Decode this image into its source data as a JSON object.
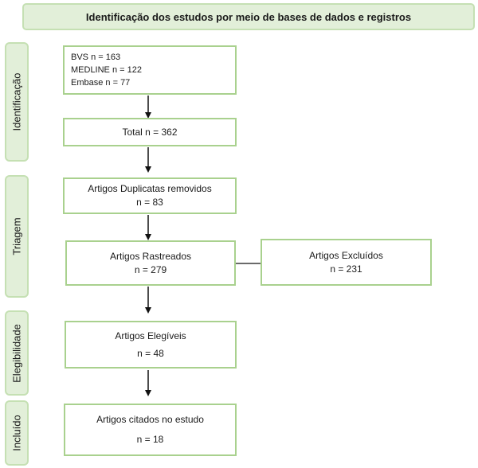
{
  "header": {
    "title": "Identificação dos estudos por meio de bases de dados e registros"
  },
  "phases": {
    "identificacao": "Identificação",
    "triagem": "Triagem",
    "elegibilidade": "Elegibilidade",
    "incluido": "Incluído"
  },
  "boxes": {
    "databases": {
      "bvs": "BVS n = 163",
      "medline": "MEDLINE n = 122",
      "embase": "Embase n = 77"
    },
    "total": {
      "label": "Total n = 362"
    },
    "duplicates": {
      "label": "Artigos Duplicatas removidos",
      "count": "n = 83"
    },
    "screened": {
      "label": "Artigos Rastreados",
      "count": "n = 279"
    },
    "excluded": {
      "label": "Artigos Excluídos",
      "count": "n = 231"
    },
    "eligible": {
      "label": "Artigos Elegíveis",
      "count": "n = 48"
    },
    "included": {
      "label": "Artigos citados no estudo",
      "count": "n = 18"
    }
  },
  "colors": {
    "phase_fill": "#e2efd9",
    "box_border": "#a9d18e"
  }
}
